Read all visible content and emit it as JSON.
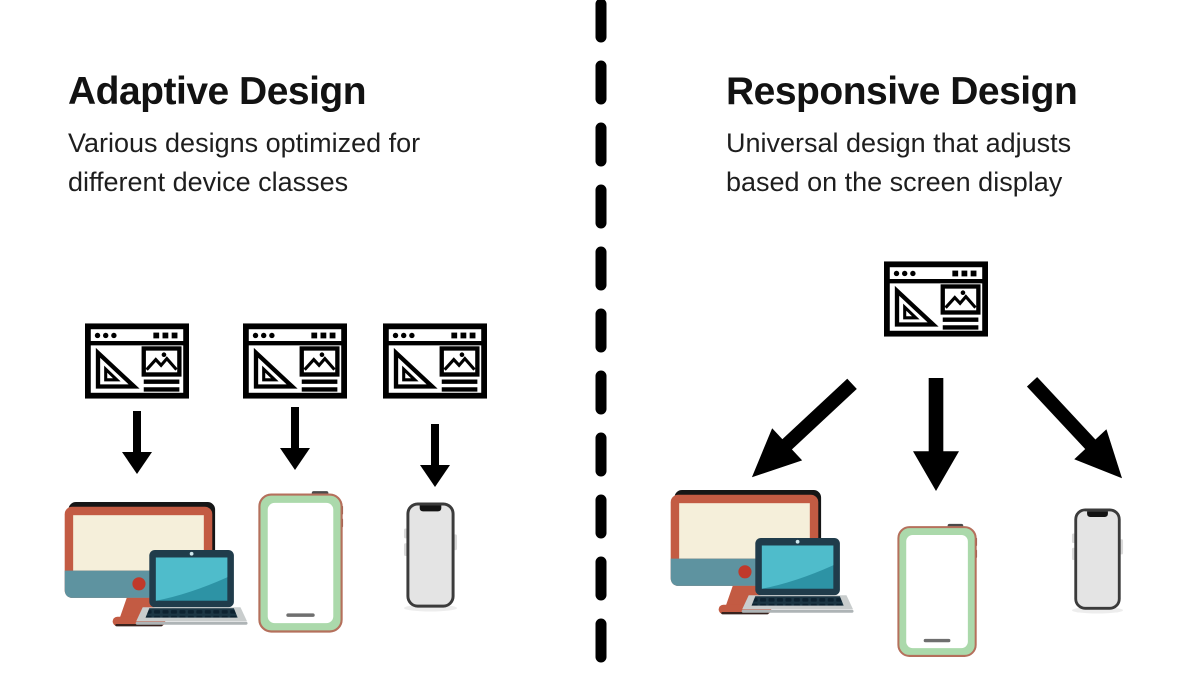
{
  "left_panel": {
    "title": "Adaptive Design",
    "subtitle_line1": "Various designs optimized for",
    "subtitle_line2": "different device classes"
  },
  "right_panel": {
    "title": "Responsive Design",
    "subtitle_line1": "Universal design that adjusts",
    "subtitle_line2": "based on the screen display"
  },
  "icons": {
    "browser_mockup": "design-mockup-browser-window-icon",
    "down_arrow": "down-arrow-icon",
    "diagonal_left_arrow": "down-left-arrow-icon",
    "diagonal_right_arrow": "down-right-arrow-icon",
    "desktop_laptop": "desktop-and-laptop-icon",
    "tablet": "tablet-icon",
    "phone": "smartphone-icon",
    "divider": "vertical-dashed-divider"
  },
  "colors": {
    "background": "#ffffff",
    "line_art": "#000000",
    "heading_text": "#121212",
    "body_text": "#1e1e1e",
    "monitor_frame_red": "#c35b43",
    "monitor_screen_cream": "#f5efda",
    "monitor_bar_teal": "#5e93a0",
    "monitor_dot_red": "#c0392b",
    "laptop_frame_navy": "#203c4b",
    "laptop_screen_teal": "#2d93a5",
    "laptop_screen_light_teal": "#4fbccb",
    "laptop_base_gray": "#c9cdcd",
    "tablet_frame_green": "#abd9ab",
    "tablet_outline_red": "#b5705c",
    "phone_screen_gray": "#e4e4e4",
    "phone_frame_dark": "#3b3b3b"
  }
}
